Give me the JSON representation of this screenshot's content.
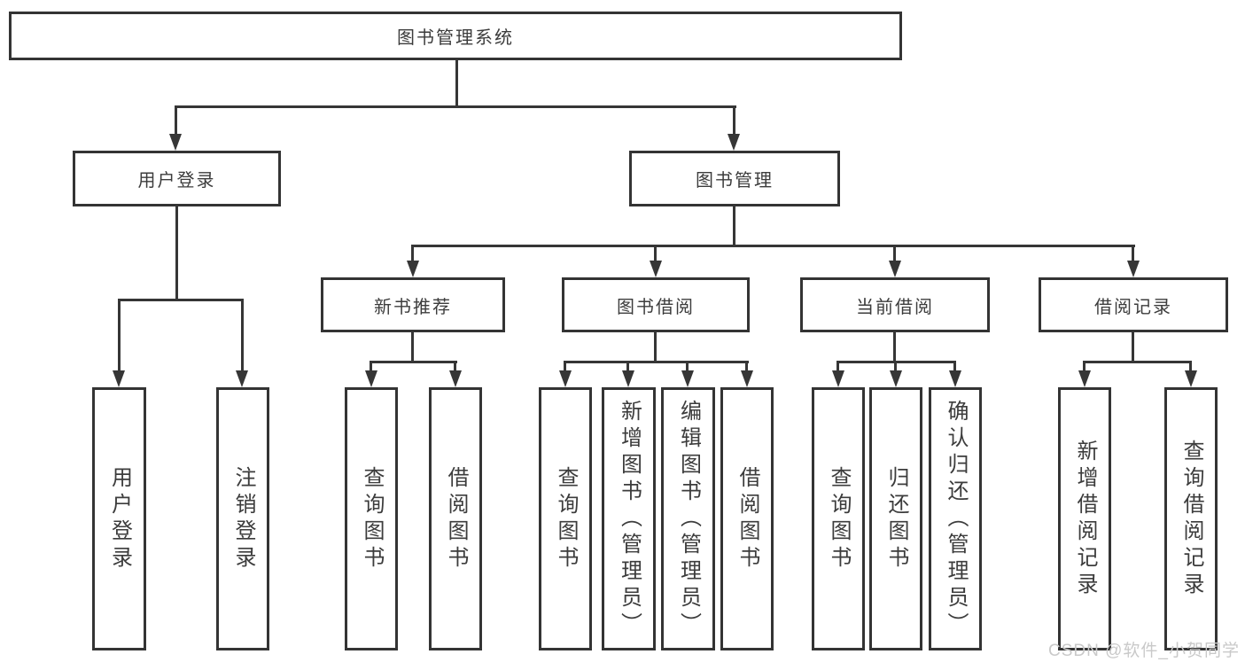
{
  "colors": {
    "line": "#363636",
    "border": "#343434",
    "text": "#3c3c3c",
    "bg": "#ffffff",
    "watermark": "#c9c9c9"
  },
  "diagram": {
    "root": {
      "label": "图书管理系统"
    },
    "branches": [
      {
        "label": "用户登录"
      },
      {
        "label": "图书管理"
      }
    ],
    "modules": [
      {
        "label": "新书推荐"
      },
      {
        "label": "图书借阅"
      },
      {
        "label": "当前借阅"
      },
      {
        "label": "借阅记录"
      }
    ],
    "leaves": {
      "login": [
        "用户登录",
        "注销登录"
      ],
      "recommend": [
        "查询图书",
        "借阅图书"
      ],
      "borrow": [
        "查询图书",
        "新增图书（管理员）",
        "编辑图书（管理员）",
        "借阅图书"
      ],
      "current": [
        "查询图书",
        "归还图书",
        "确认归还（管理员）"
      ],
      "records": [
        "新增借阅记录",
        "查询借阅记录"
      ]
    }
  },
  "watermark": {
    "text": "CSDN @软件_小贺同学"
  }
}
